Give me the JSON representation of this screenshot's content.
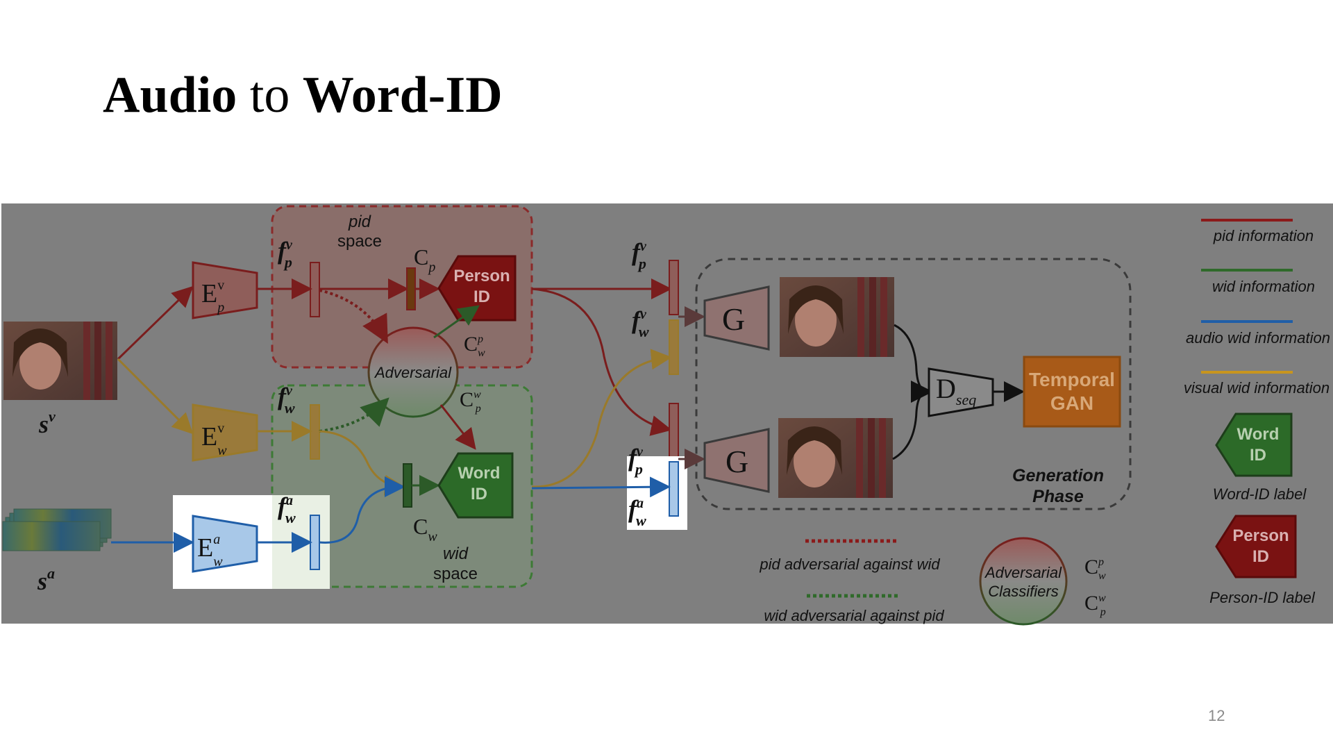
{
  "slide": {
    "title_part1": "Audio",
    "title_part2": " to ",
    "title_part3": "Word-ID",
    "page_number": "12"
  },
  "diagram": {
    "pid_space": [
      "pid",
      "space"
    ],
    "wid_space": [
      "wid",
      "space"
    ],
    "person_id_box": [
      "Person",
      "ID"
    ],
    "word_id_box": [
      "Word",
      "ID"
    ],
    "adversarial": "Adversarial",
    "temporal_gan": [
      "Temporal",
      "GAN"
    ],
    "generation_phase": [
      "Generation",
      "Phase"
    ],
    "generator": "G",
    "discriminator": "D",
    "discriminator_sub": "seq",
    "visual_input": "s",
    "visual_input_sup": "v",
    "audio_input": "s",
    "audio_input_sup": "a",
    "encoder": "E",
    "feature": "f",
    "classifier": "C"
  },
  "legend": {
    "pid_information": "pid information",
    "wid_information": "wid information",
    "audio_wid_information": "audio wid information",
    "visual_wid_information": "visual wid information",
    "word_id_label": "Word-ID label",
    "person_id_label": "Person-ID label",
    "pid_adversarial": "pid adversarial against wid",
    "wid_adversarial": "wid adversarial against pid",
    "adversarial_classifiers": [
      "Adversarial",
      "Classifiers"
    ]
  },
  "colors": {
    "dim_background": "#7f7f7f",
    "pid_red": "#8b1a1a",
    "wid_green": "#2f6a2a",
    "audio_blue": "#1f5ea8",
    "visual_orange": "#c8951e",
    "highlight": "#ffffff"
  }
}
